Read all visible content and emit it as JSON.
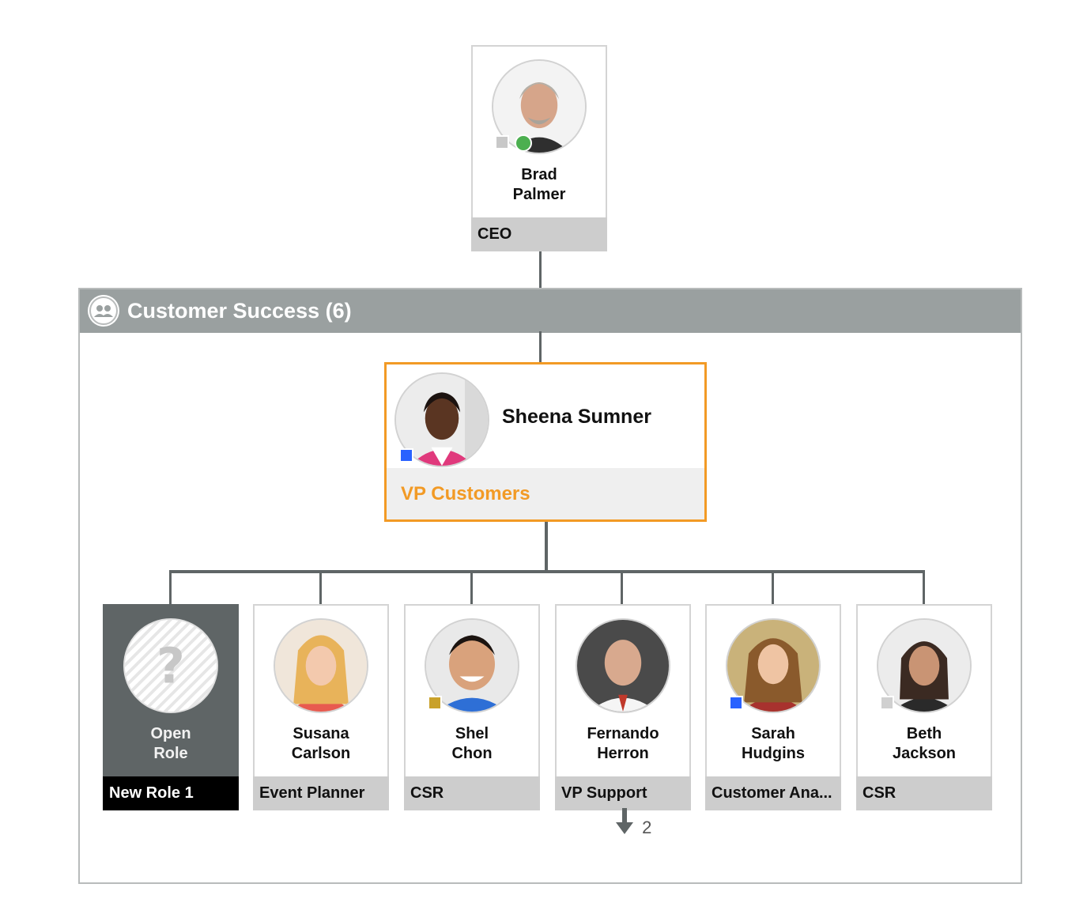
{
  "ceo": {
    "name": "Brad\nPalmer",
    "role": "CEO",
    "status_color": "#c8c8c8",
    "presence_color": "#4caf50"
  },
  "team": {
    "title": "Customer Success (6)",
    "icon": "team-people-icon"
  },
  "manager": {
    "name": "Sheena Sumner",
    "role": "VP Customers",
    "status_color": "#2962ff",
    "accent_color": "#f29a25"
  },
  "reports": [
    {
      "name": "Open\nRole",
      "role": "New Role 1",
      "placeholder_glyph": "?",
      "open_role": true,
      "status_color": ""
    },
    {
      "name": "Susana\nCarlson",
      "role": "Event Planner",
      "status_color": ""
    },
    {
      "name": "Shel\nChon",
      "role": "CSR",
      "status_color": "#c9a12a"
    },
    {
      "name": "Fernando\nHerron",
      "role": "VP Support",
      "status_color": ""
    },
    {
      "name": "Sarah\nHudgins",
      "role": "Customer Ana...",
      "status_color": "#2962ff"
    },
    {
      "name": "Beth\nJackson",
      "role": "CSR",
      "status_color": "#d0d0d0"
    }
  ],
  "expand": {
    "icon": "arrow-down-icon",
    "count": "2"
  }
}
